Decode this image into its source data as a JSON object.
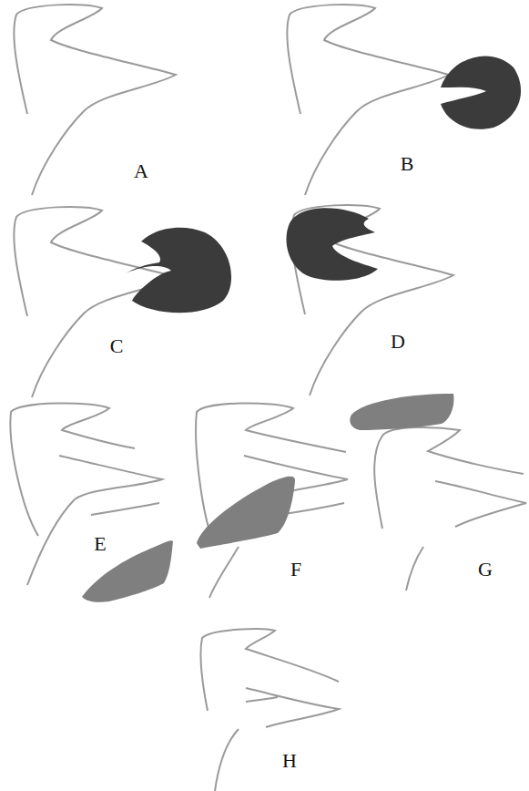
{
  "diagram": {
    "labels": [
      "A",
      "B",
      "C",
      "D",
      "E",
      "F",
      "G",
      "H"
    ]
  }
}
